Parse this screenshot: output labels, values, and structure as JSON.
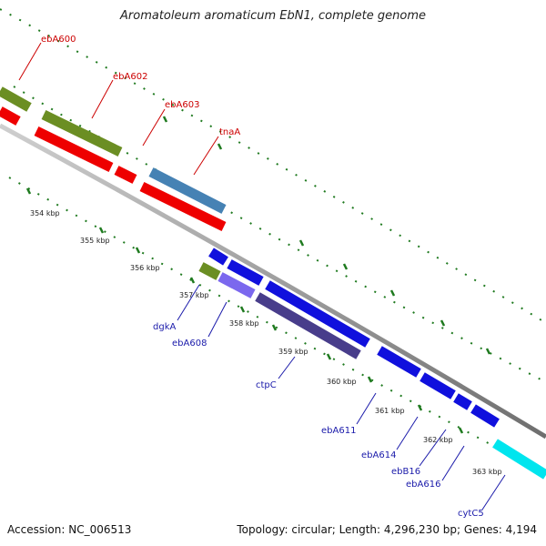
{
  "title": "Aromatoleum aromaticum EbN1, complete genome",
  "accession": "Accession: NC_006513",
  "summary": "Topology: circular; Length: 4,296,230 bp; Genes: 4,194",
  "colors": {
    "backbone": "#8c8c8c",
    "dots": "#1f7a1f",
    "label_top": "#cc0000",
    "label_bottom": "#1a1aaa"
  },
  "ticks": [
    "354 kbp",
    "355 kbp",
    "356 kbp",
    "357 kbp",
    "358 kbp",
    "359 kbp",
    "360 kbp",
    "361 kbp",
    "362 kbp",
    "363 kbp"
  ],
  "top_labels": [
    "ebA600",
    "ebA602",
    "ebA603",
    "tnaA"
  ],
  "bottom_labels": [
    "dgkA",
    "ebA608",
    "ctpC",
    "ebA611",
    "ebA614",
    "ebB16",
    "ebA616",
    "cytC5"
  ]
}
